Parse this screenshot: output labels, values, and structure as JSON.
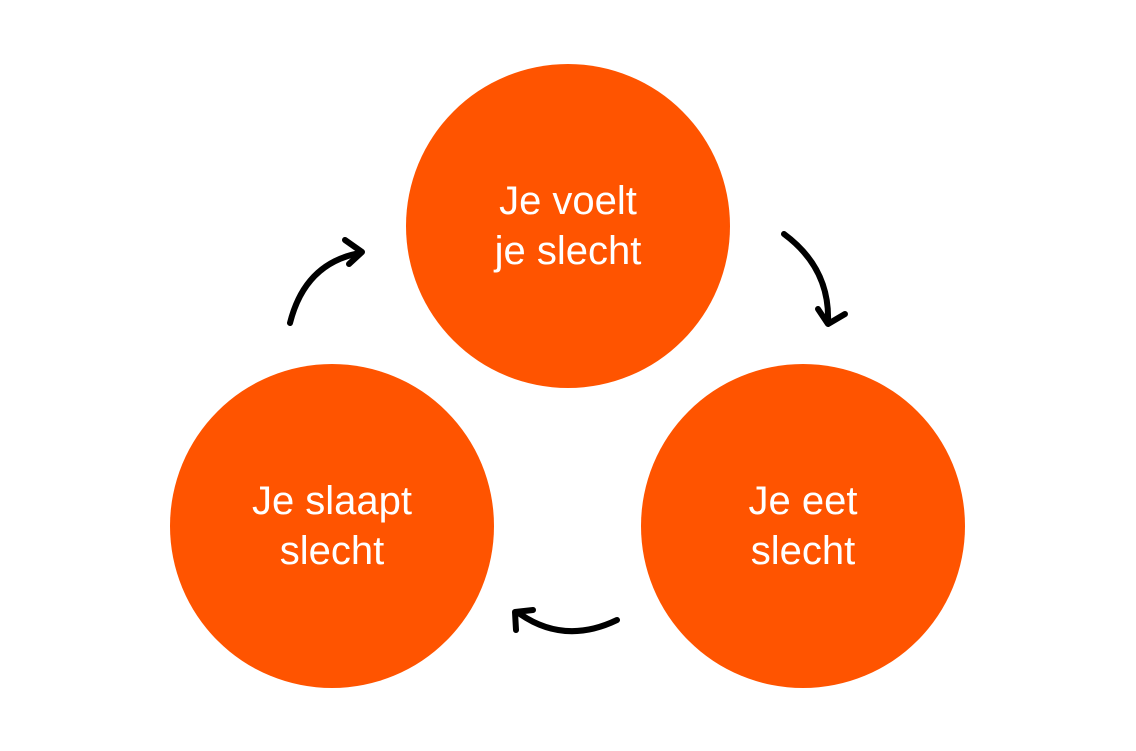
{
  "diagram": {
    "type": "cycle",
    "colors": {
      "node_fill": "#FF5400",
      "node_text": "#FFFFFF",
      "arrow": "#000000",
      "background": "#FFFFFF"
    },
    "nodes": [
      {
        "id": "feel",
        "line1": "Je voelt",
        "line2": "je slecht"
      },
      {
        "id": "eat",
        "line1": "Je eet",
        "line2": "slecht"
      },
      {
        "id": "sleep",
        "line1": "Je slaapt",
        "line2": "slecht"
      }
    ],
    "edges": [
      {
        "from": "feel",
        "to": "eat"
      },
      {
        "from": "eat",
        "to": "sleep"
      },
      {
        "from": "sleep",
        "to": "feel"
      }
    ]
  }
}
